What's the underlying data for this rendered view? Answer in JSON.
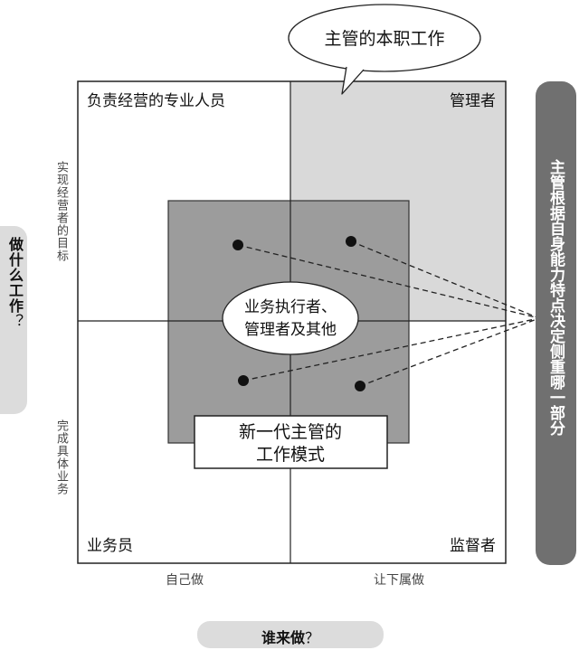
{
  "bubble_top": "主管的本职工作",
  "quadrants": {
    "top_left": "负责经营的专业人员",
    "top_right": "管理者",
    "bottom_left": "业务员",
    "bottom_right": "监督者"
  },
  "center_ellipse": {
    "line1": "业务执行者、",
    "line2": "管理者及其他"
  },
  "new_model_box": {
    "line1": "新一代主管的",
    "line2": "工作模式"
  },
  "y_axis": {
    "top": "实现经营者的目标",
    "bottom": "完成具体业务"
  },
  "x_axis": {
    "left": "自己做",
    "right": "让下属做"
  },
  "left_question": {
    "main": "做什么工作",
    "mark": "？"
  },
  "right_label": "主管根据自身能力特点决定侧重哪一部分",
  "bottom_question": {
    "main": "谁来做",
    "mark": "？"
  },
  "colors": {
    "top_right_fill": "#d9d9d9",
    "center_fill": "#9c9c9c",
    "right_pill": "#707070",
    "side_pill": "#dcdcdc"
  }
}
